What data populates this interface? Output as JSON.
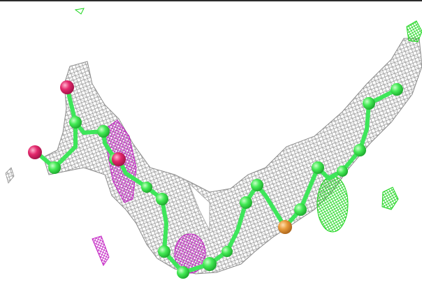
{
  "scene": {
    "kind": "electron-density-mesh-with-ball-and-stick-model",
    "colors": {
      "background": "#ffffff",
      "frame_line": "#2b2b2b",
      "density_mesh": "#8c8c8c",
      "carbon_atoms": "#3ee65a",
      "bonds": "#3ee65a",
      "oxygen_atoms": "#e0276a",
      "sulfur_atom": "#e89a3a",
      "negative_difference_mesh": "#c21fc2",
      "positive_difference_mesh": "#1fd61f"
    },
    "atom_groups": [
      "carbon",
      "oxygen",
      "sulfur"
    ],
    "mesh_groups": [
      "2fo-fc-density",
      "fo-fc-positive",
      "fo-fc-negative"
    ]
  }
}
